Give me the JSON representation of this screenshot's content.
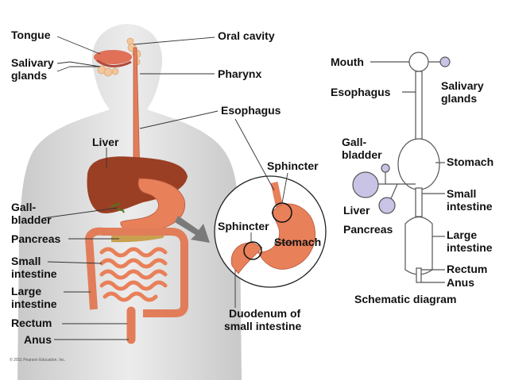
{
  "anatomy": {
    "labels": {
      "tongue": "Tongue",
      "salivary_1": "Salivary",
      "salivary_2": "glands",
      "oral_cavity": "Oral cavity",
      "pharynx": "Pharynx",
      "esophagus": "Esophagus",
      "liver": "Liver",
      "gall_1": "Gall-",
      "gall_2": "bladder",
      "pancreas": "Pancreas",
      "small_1": "Small",
      "small_2": "intestine",
      "large_1": "Large",
      "large_2": "intestine",
      "rectum": "Rectum",
      "anus": "Anus"
    }
  },
  "inset": {
    "labels": {
      "sphincter_top": "Sphincter",
      "sphincter_bottom": "Sphincter",
      "stomach": "Stomach",
      "duodenum_1": "Duodenum of",
      "duodenum_2": "small intestine"
    }
  },
  "schematic": {
    "labels": {
      "mouth": "Mouth",
      "esophagus": "Esophagus",
      "salivary_1": "Salivary",
      "salivary_2": "glands",
      "gall_1": "Gall-",
      "gall_2": "bladder",
      "stomach": "Stomach",
      "small_1": "Small",
      "small_2": "intestine",
      "liver": "Liver",
      "pancreas": "Pancreas",
      "large_1": "Large",
      "large_2": "intestine",
      "rectum": "Rectum",
      "anus": "Anus"
    },
    "caption": "Schematic diagram"
  },
  "copyright": "© 2011 Pearson Education, Inc.",
  "colors": {
    "skin": "#d9d9d9",
    "organ": "#e8805a",
    "liver": "#9a3f24",
    "gall": "#5a8a2a",
    "pancreas": "#c8a050",
    "schematic_outline": "#555555",
    "schematic_accessory": "#c9c3e6",
    "arrow": "#7a7a7a"
  }
}
